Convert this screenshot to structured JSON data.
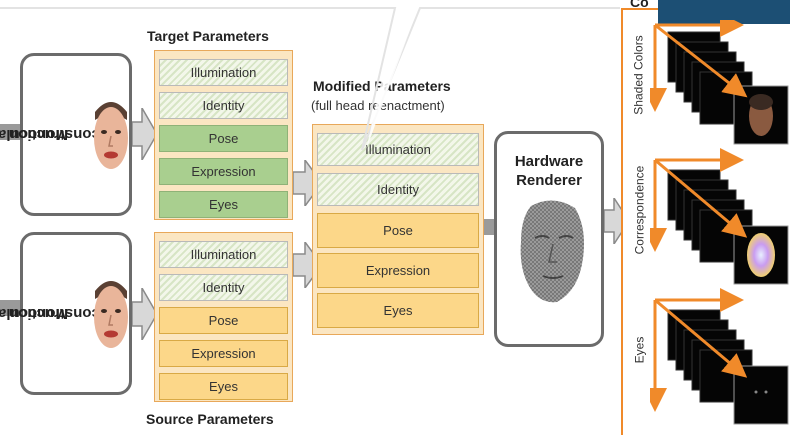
{
  "target": {
    "title": "Target Parameters",
    "items": [
      "Illumination",
      "Identity",
      "Pose",
      "Expression",
      "Eyes"
    ]
  },
  "source": {
    "title": "Source Parameters",
    "items": [
      "Illumination",
      "Identity",
      "Pose",
      "Expression",
      "Eyes"
    ]
  },
  "recon": {
    "label_line1": "Monocular",
    "label_line2": "Reconstruction"
  },
  "modified": {
    "title": "Modified Parameters",
    "subtitle": "(full head reenactment)",
    "items": [
      "Illumination",
      "Identity",
      "Pose",
      "Expression",
      "Eyes"
    ]
  },
  "renderer": {
    "line1": "Hardware",
    "line2": "Renderer"
  },
  "outputs": {
    "labels": [
      "Shaded Colors",
      "Correspondence",
      "Eyes"
    ],
    "header": "Co"
  },
  "colors": {
    "orange": "#f08a2a",
    "target_green": "#a9cf8f",
    "source_yellow": "#fcd789",
    "banner_blue": "#1c4f74"
  }
}
